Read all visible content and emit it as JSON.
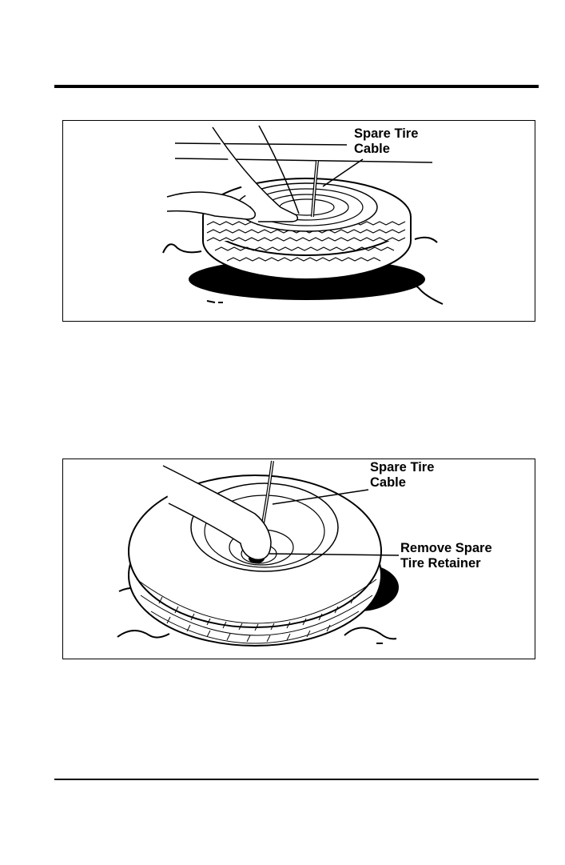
{
  "figure1": {
    "callout": "Spare Tire\nCable"
  },
  "figure2": {
    "callout_cable": "Spare Tire\nCable",
    "callout_retainer": "Remove Spare\nTire Retainer"
  }
}
